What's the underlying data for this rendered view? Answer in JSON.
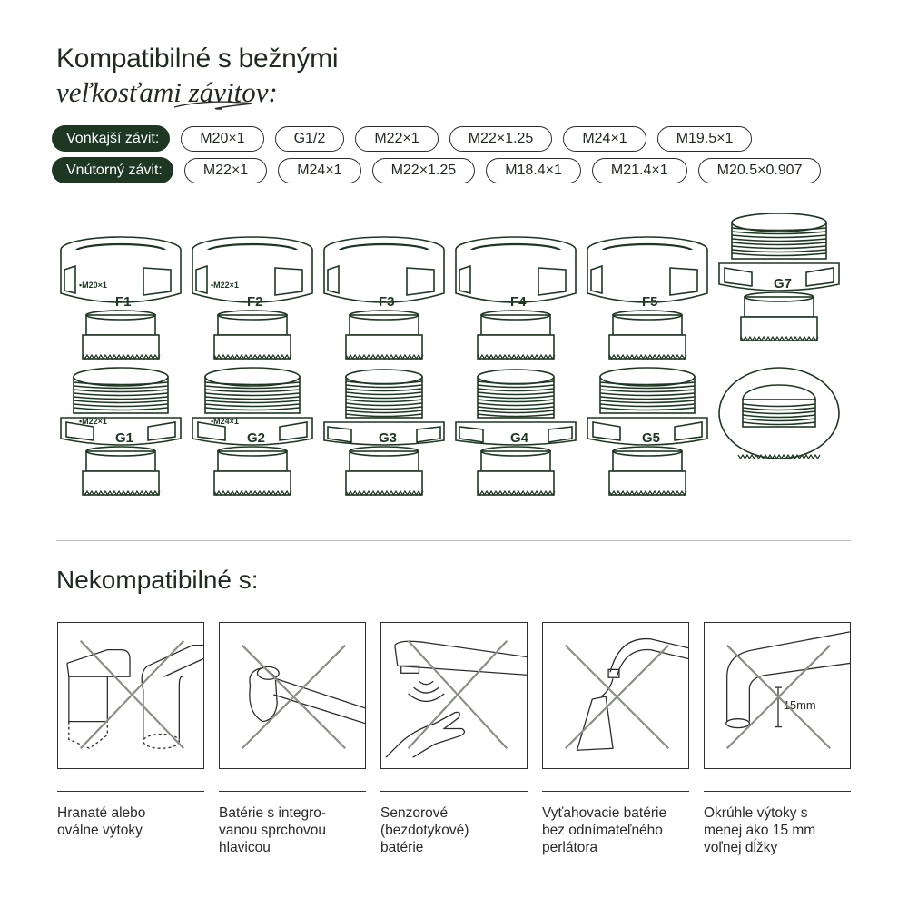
{
  "header": {
    "title_line1": "Kompatibilné s bežnými",
    "title_line2": "veľkosťami závitov:"
  },
  "external_thread": {
    "label": "Vonkajší závit:",
    "sizes": [
      "M20×1",
      "G1/2",
      "M22×1",
      "M22×1.25",
      "M24×1",
      "M19.5×1"
    ]
  },
  "internal_thread": {
    "label": "Vnútorný závit:",
    "sizes": [
      "M22×1",
      "M24×1",
      "M22×1.25",
      "M18.4×1",
      "M21.4×1",
      "M20.5×0.907"
    ]
  },
  "adapters": {
    "row1": [
      {
        "code": "F1",
        "mark": "M20×1"
      },
      {
        "code": "F2",
        "mark": "M22×1"
      },
      {
        "code": "F3",
        "mark": ""
      },
      {
        "code": "F4",
        "mark": ""
      },
      {
        "code": "F5",
        "mark": ""
      },
      {
        "code": "G7",
        "mark": ""
      }
    ],
    "row2": [
      {
        "code": "G1",
        "mark": "M22×1"
      },
      {
        "code": "G2",
        "mark": "M24×1"
      },
      {
        "code": "G3",
        "mark": ""
      },
      {
        "code": "G4",
        "mark": ""
      },
      {
        "code": "G5",
        "mark": ""
      },
      {
        "code": "",
        "mark": ""
      }
    ]
  },
  "incompatible": {
    "title": "Nekompatibilné s:",
    "items": [
      {
        "caption": "Hranaté alebo\noválne výtoky",
        "icon": "square-spout-icon"
      },
      {
        "caption": "Batérie s integro-\nvanou sprchovou\nhlavicou",
        "icon": "integrated-shower-head-icon"
      },
      {
        "caption": "Senzorové\n(bezdotykové)\nbatérie",
        "icon": "sensor-faucet-icon"
      },
      {
        "caption": "Vyťahovacie batérie\nbez odnímateľného\nperlátora",
        "icon": "pull-out-faucet-icon"
      },
      {
        "caption": "Okrúhle výtoky s\nmenej ako 15 mm\nvoľnej dĺžky",
        "icon": "short-round-spout-icon"
      }
    ],
    "dimension_label": "15mm"
  },
  "colors": {
    "dark_green": "#1e3722",
    "line": "#2b2b2b",
    "cross": "#8a8f85"
  }
}
